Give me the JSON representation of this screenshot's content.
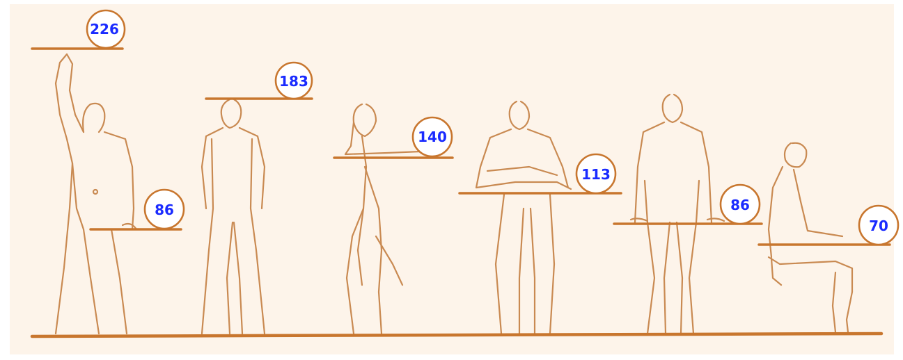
{
  "measurements": [
    {
      "label": "226"
    },
    {
      "label": "183"
    },
    {
      "label": "140"
    },
    {
      "label": "113"
    },
    {
      "label": "86"
    },
    {
      "label": "86"
    },
    {
      "label": "70"
    }
  ],
  "colors": {
    "background": "#fdf4ea",
    "line": "#c8762e",
    "figure_stroke": "#c98a52",
    "label_text": "#1a2bff"
  }
}
